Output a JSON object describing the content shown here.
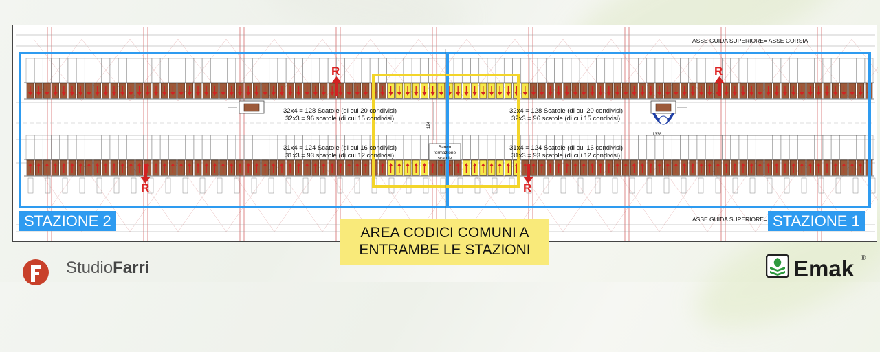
{
  "drawing": {
    "top_note": "ASSE GUIDA SUPERIORE= ASSE CORSIA",
    "bottom_note": "ASSE GUIDA SUPERIORE=",
    "calc_top_left_1": "32x4 = 128 Scatole (di cui 20 condivisi)",
    "calc_top_left_2": "32x3 = 96 scatole (di cui 15 condivisi)",
    "calc_top_right_1": "32x4 = 128 Scatole (di cui 20 condivisi)",
    "calc_top_right_2": "32x3 = 96 scatole (di cui 15 condivisi)",
    "calc_bottom_left_1": "31x4 = 124 Scatole (di cui 16 condivisi)",
    "calc_bottom_left_2": "31x3 = 93 scatole (di cui 12 condivisi)",
    "calc_bottom_right_1": "31x4 = 124 Scatole (di cui 16 condivisi)",
    "calc_bottom_right_2": "31x3 = 93 scatole (di cui 12 condivisi)",
    "dim_vertical": "124",
    "dim_horizontal": "1338",
    "bench_label": "Banco formazione scatole",
    "rack_marker": "R"
  },
  "labels": {
    "station_left": "STAZIONE 2",
    "station_right": "STAZIONE 1",
    "shared_area_line1": "AREA CODICI COMUNI A",
    "shared_area_line2": "ENTRAMBE LE STAZIONI"
  },
  "logos": {
    "left_name_regular": "Studio",
    "left_name_bold": "Farri",
    "right_name": "Emak",
    "right_registered": "®"
  },
  "colors": {
    "station_blue": "#2e9bf0",
    "shared_yellow": "#f3d52a",
    "shared_label_bg": "#f9ea7a",
    "box_brown": "#9c5a3a",
    "arrow_red": "#d22222",
    "emak_green": "#2e9a3e"
  }
}
